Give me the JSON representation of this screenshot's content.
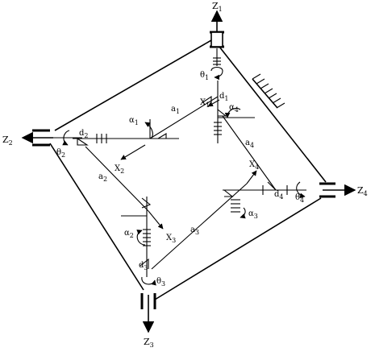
{
  "axes": {
    "z1": {
      "main": "Z",
      "sub": "1"
    },
    "z2": {
      "main": "Z",
      "sub": "2"
    },
    "z3": {
      "main": "Z",
      "sub": "3"
    },
    "z4": {
      "main": "Z",
      "sub": "4"
    },
    "x1": {
      "main": "X",
      "sub": "1"
    },
    "x2": {
      "main": "X",
      "sub": "2"
    },
    "x3": {
      "main": "X",
      "sub": "3"
    },
    "x4": {
      "main": "X",
      "sub": "4"
    }
  },
  "angles": {
    "theta1": {
      "main": "θ",
      "sub": "1"
    },
    "theta2": {
      "main": "θ",
      "sub": "2"
    },
    "theta3": {
      "main": "θ",
      "sub": "3"
    },
    "theta4": {
      "main": "θ",
      "sub": "4"
    },
    "alpha1": {
      "main": "α",
      "sub": "1"
    },
    "alpha2": {
      "main": "α",
      "sub": "2"
    },
    "alpha3": {
      "main": "α",
      "sub": "3"
    },
    "alpha4": {
      "main": "α",
      "sub": "4"
    }
  },
  "offsets": {
    "d1": {
      "main": "d",
      "sub": "1"
    },
    "d2": {
      "main": "d",
      "sub": "2"
    },
    "d3": {
      "main": "d",
      "sub": "3"
    },
    "d4": {
      "main": "d",
      "sub": "4"
    }
  },
  "links": {
    "a1": {
      "main": "a",
      "sub": "1"
    },
    "a2": {
      "main": "a",
      "sub": "2"
    },
    "a3": {
      "main": "a",
      "sub": "3"
    },
    "a4": {
      "main": "a",
      "sub": "4"
    }
  }
}
